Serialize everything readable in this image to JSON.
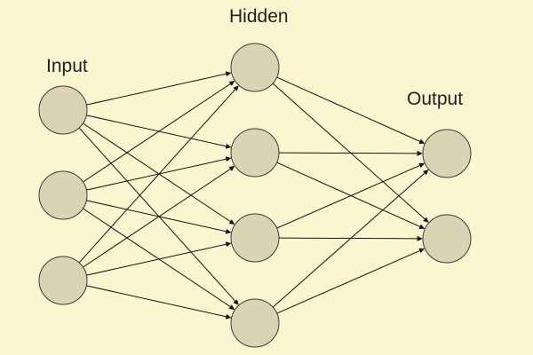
{
  "diagram": {
    "title": "",
    "labels": {
      "input": "Input",
      "hidden": "Hidden",
      "output": "Output"
    },
    "layers": [
      {
        "id": "input",
        "label_key": "input",
        "node_count": 3
      },
      {
        "id": "hidden",
        "label_key": "hidden",
        "node_count": 4
      },
      {
        "id": "output",
        "label_key": "output",
        "node_count": 2
      }
    ],
    "connectivity": "fully-connected",
    "edges_directed": true
  },
  "colors": {
    "background": "#fbf6cf",
    "node_fill": "#d8d4b4",
    "node_stroke": "#3a3a3a",
    "edge": "#111111",
    "text": "#1f1f1f"
  }
}
